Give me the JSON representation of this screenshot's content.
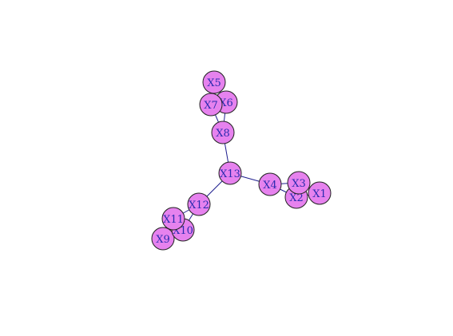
{
  "graph": {
    "node_color": "#e682ee",
    "label_color": "#2b2bb0",
    "edge_color": "#1f1f8f",
    "nodes": [
      {
        "id": "X1",
        "label": "X1"
      },
      {
        "id": "X2",
        "label": "X2"
      },
      {
        "id": "X3",
        "label": "X3"
      },
      {
        "id": "X4",
        "label": "X4"
      },
      {
        "id": "X5",
        "label": "X5"
      },
      {
        "id": "X6",
        "label": "X6"
      },
      {
        "id": "X7",
        "label": "X7"
      },
      {
        "id": "X8",
        "label": "X8"
      },
      {
        "id": "X9",
        "label": "X9"
      },
      {
        "id": "X10",
        "label": "X10"
      },
      {
        "id": "X11",
        "label": "X11"
      },
      {
        "id": "X12",
        "label": "X12"
      },
      {
        "id": "X13",
        "label": "X13"
      }
    ],
    "edges": [
      [
        "X1",
        "X2"
      ],
      [
        "X1",
        "X3"
      ],
      [
        "X2",
        "X3"
      ],
      [
        "X2",
        "X4"
      ],
      [
        "X3",
        "X4"
      ],
      [
        "X4",
        "X13"
      ],
      [
        "X5",
        "X6"
      ],
      [
        "X5",
        "X7"
      ],
      [
        "X6",
        "X7"
      ],
      [
        "X6",
        "X8"
      ],
      [
        "X7",
        "X8"
      ],
      [
        "X8",
        "X13"
      ],
      [
        "X9",
        "X10"
      ],
      [
        "X9",
        "X11"
      ],
      [
        "X10",
        "X11"
      ],
      [
        "X10",
        "X12"
      ],
      [
        "X11",
        "X12"
      ],
      [
        "X12",
        "X13"
      ]
    ]
  }
}
